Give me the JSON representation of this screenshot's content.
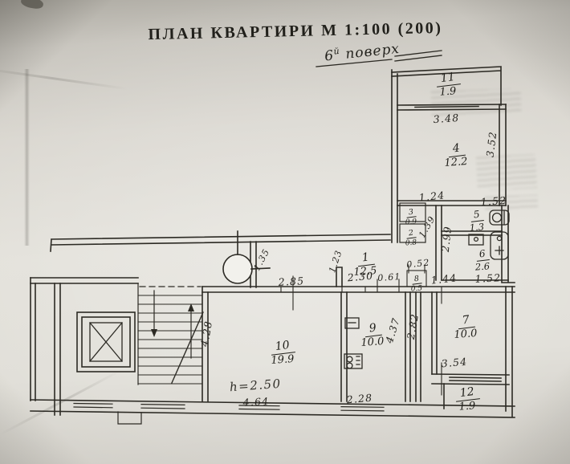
{
  "title": "ПЛАН  КВАРТИРИ  М 1:100 (200)",
  "floor_note": {
    "num": "6",
    "sup": "й",
    "word": "поверх"
  },
  "height_note": "h=2.50",
  "rooms": {
    "r1": {
      "num": "1",
      "area": "12.5"
    },
    "r2": {
      "num": "2",
      "area": "0.8"
    },
    "r3": {
      "num": "3",
      "area": "0.9"
    },
    "r4": {
      "num": "4",
      "area": "12.2"
    },
    "r5": {
      "num": "5",
      "area": "1.3"
    },
    "r6": {
      "num": "6",
      "area": "2.6"
    },
    "r7": {
      "num": "7",
      "area": "10.0"
    },
    "r8": {
      "num": "8",
      "area": "0.5"
    },
    "r9": {
      "num": "9",
      "area": "10.0"
    },
    "r10": {
      "num": "10",
      "area": "19.9"
    },
    "r11": {
      "num": "11",
      "area": "1.9"
    },
    "r12": {
      "num": "12",
      "area": "1.9"
    }
  },
  "dims": {
    "balcony11_width": "3.48",
    "room4_depth": "3.52",
    "corridor_width": "1.24",
    "wc_width": "1.52",
    "bath_depth": "2.99",
    "closet_diag": "1.39",
    "bath_width": "1.52",
    "hall_left": "1.23",
    "hall_2_30": "2.30",
    "hall_0_61": "0.61",
    "closet8_width": "0.52",
    "hall_1_44": "1.44",
    "entry_width": "1.35",
    "room10_top": "2.85",
    "room10_left": "4.28",
    "room10_width": "4.64",
    "kitchen_width": "2.28",
    "kitchen_depth": "4.37",
    "kitchen_right": "2.82",
    "room7_window": "3.54"
  }
}
